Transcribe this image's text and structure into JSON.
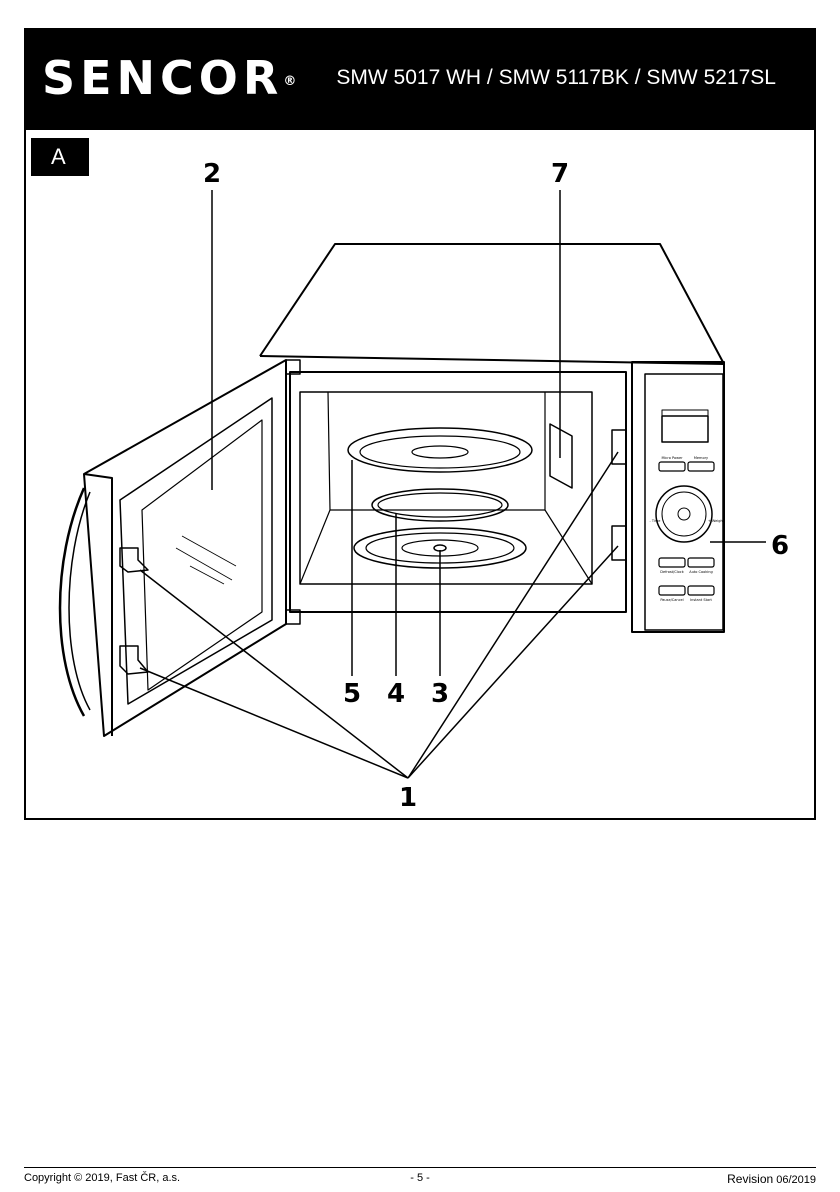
{
  "header": {
    "brand": "SENCOR",
    "brand_mark": "®",
    "models": "SMW 5017 WH / SMW 5117BK / SMW 5217SL"
  },
  "figure": {
    "tag": "A",
    "callouts": {
      "c1": "1",
      "c2": "2",
      "c3": "3",
      "c4": "4",
      "c5": "5",
      "c6": "6",
      "c7": "7"
    },
    "panel_labels": {
      "micro_power": "Micro Power",
      "memory": "Memory",
      "time": "- Time",
      "weight": "+ Weight",
      "defrost_clock": "Defrost/Clock",
      "auto_cooking": "Auto Cooking",
      "pause_cancel": "Pause/Cancel",
      "instant_start": "Instant Start"
    }
  },
  "footer": {
    "copyright": "Copyright © 2019, Fast ČR, a.s.",
    "page": "- 5 -",
    "revision_label": "Revision",
    "revision_value": "06/2019"
  }
}
